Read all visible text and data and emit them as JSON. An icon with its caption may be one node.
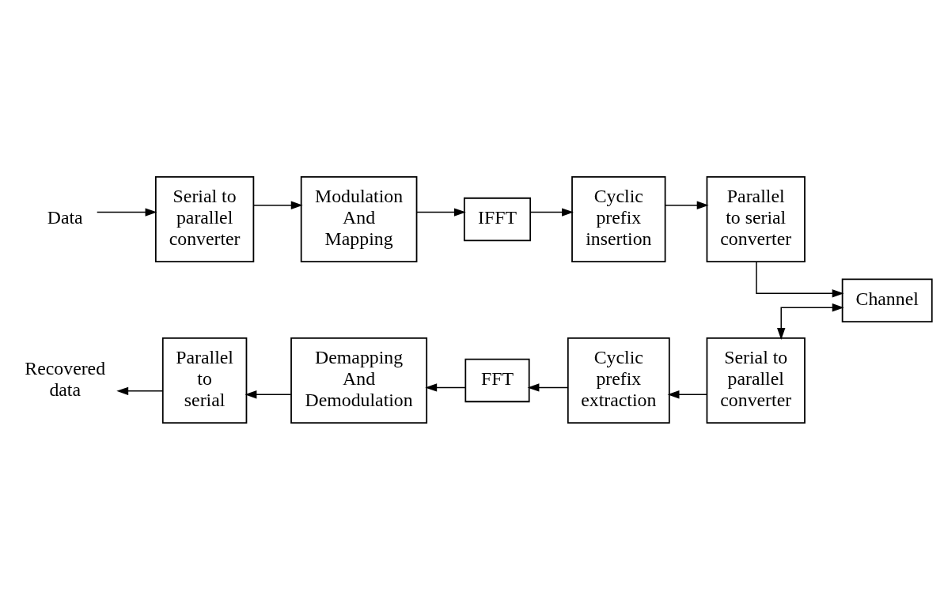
{
  "diagram": {
    "nodes": [
      {
        "text": [
          "Data"
        ]
      },
      {
        "text": [
          "Serial to parallel converter"
        ]
      },
      {
        "text": [
          "Modulation And Mapping"
        ]
      },
      {
        "text": [
          "IFFT"
        ]
      },
      {
        "text": [
          "Cyclic prefix insertion"
        ]
      },
      {
        "text": [
          "Parallel to serial converter"
        ]
      },
      {
        "text": [
          "Channel"
        ]
      },
      {
        "text": [
          "Serial to parallel converter"
        ]
      },
      {
        "text": [
          "Cyclic prefix extraction"
        ]
      },
      {
        "text": [
          "FFT"
        ]
      },
      {
        "text": [
          "Demapping And Demodulation"
        ]
      },
      {
        "text": [
          "Parallel to serial"
        ]
      },
      {
        "text": [
          "Recovered data"
        ]
      }
    ],
    "edges": [
      {
        "from": 0,
        "to": 1,
        "arrow": "to"
      },
      {
        "from": 1,
        "to": 2,
        "arrow": "to"
      },
      {
        "from": 2,
        "to": 3,
        "arrow": "to"
      },
      {
        "from": 3,
        "to": 4,
        "arrow": "to"
      },
      {
        "from": 4,
        "to": 5,
        "arrow": "to"
      },
      {
        "from": 5,
        "to": 6,
        "arrow": "to"
      },
      {
        "from": 6,
        "to": 7,
        "arrow": "both"
      },
      {
        "from": 7,
        "to": 8,
        "arrow": "to"
      },
      {
        "from": 8,
        "to": 9,
        "arrow": "to"
      },
      {
        "from": 9,
        "to": 10,
        "arrow": "to"
      },
      {
        "from": 10,
        "to": 11,
        "arrow": "to"
      },
      {
        "from": 11,
        "to": 12,
        "arrow": "to"
      }
    ]
  }
}
